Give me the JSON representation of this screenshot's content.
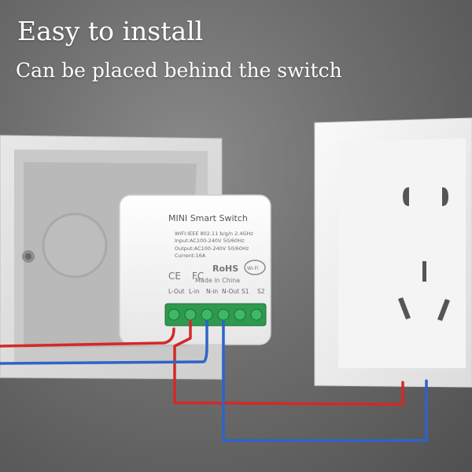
{
  "headline": "Easy to install",
  "subline": "Can be placed behind the switch",
  "device": {
    "title": "MINI  Smart  Switch",
    "spec_wifi": "WIFI:IEEE 802.11 b/g/n 2.4GHz",
    "spec_input": "Input:AC100-240V 50/60Hz",
    "spec_output": "Output:AC100-240V 50/60Hz",
    "spec_current": "Current:16A",
    "cert_ce": "CE",
    "cert_fc": "FC",
    "cert_rohs": "RoHS",
    "wifi_badge": "Wi-Fi",
    "made_in": "Made in China",
    "terminals": [
      "L-Out",
      "L-in",
      "N-in",
      "N-Out",
      "S1",
      "S2"
    ]
  },
  "colors": {
    "live_wire": "#d42828",
    "neutral_wire": "#2f63c8",
    "terminal": "#2f9a4f",
    "module": "#f2f2f2",
    "panel": "#f0f0f0"
  }
}
